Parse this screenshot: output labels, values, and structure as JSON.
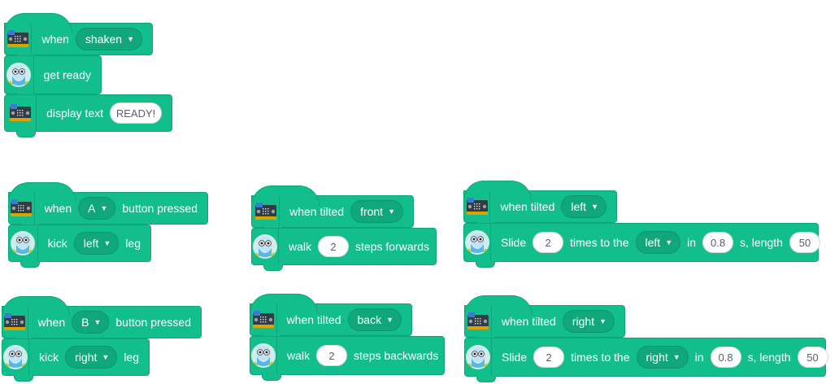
{
  "colors": {
    "block": "#12bf8c",
    "block_border": "#0fa57a",
    "dropdown": "#10a87b",
    "input_text": "#575e75"
  },
  "icons": {
    "microbit": "microbit-icon",
    "robot": "robot-icon"
  },
  "s1": {
    "when": "when",
    "event": "shaken",
    "get_ready": "get ready",
    "display_text": "display text",
    "text_value": "READY!"
  },
  "s2": {
    "when": "when",
    "button": "A",
    "button_pressed": "button pressed",
    "kick": "kick",
    "leg_side": "left",
    "leg": "leg"
  },
  "s3": {
    "when_tilted": "when tilted",
    "direction": "front",
    "walk": "walk",
    "steps": "2",
    "steps_label": "steps forwards"
  },
  "s4": {
    "when_tilted": "when tilted",
    "direction": "left",
    "slide": "Slide",
    "times": "2",
    "times_to_the": "times to the",
    "side": "left",
    "in": "in",
    "seconds": "0.8",
    "s_length": "s, length",
    "length": "50"
  },
  "s5": {
    "when": "when",
    "button": "B",
    "button_pressed": "button pressed",
    "kick": "kick",
    "leg_side": "right",
    "leg": "leg"
  },
  "s6": {
    "when_tilted": "when tilted",
    "direction": "back",
    "walk": "walk",
    "steps": "2",
    "steps_label": "steps backwards"
  },
  "s7": {
    "when_tilted": "when tilted",
    "direction": "right",
    "slide": "Slide",
    "times": "2",
    "times_to_the": "times to the",
    "side": "right",
    "in": "in",
    "seconds": "0.8",
    "s_length": "s, length",
    "length": "50"
  }
}
